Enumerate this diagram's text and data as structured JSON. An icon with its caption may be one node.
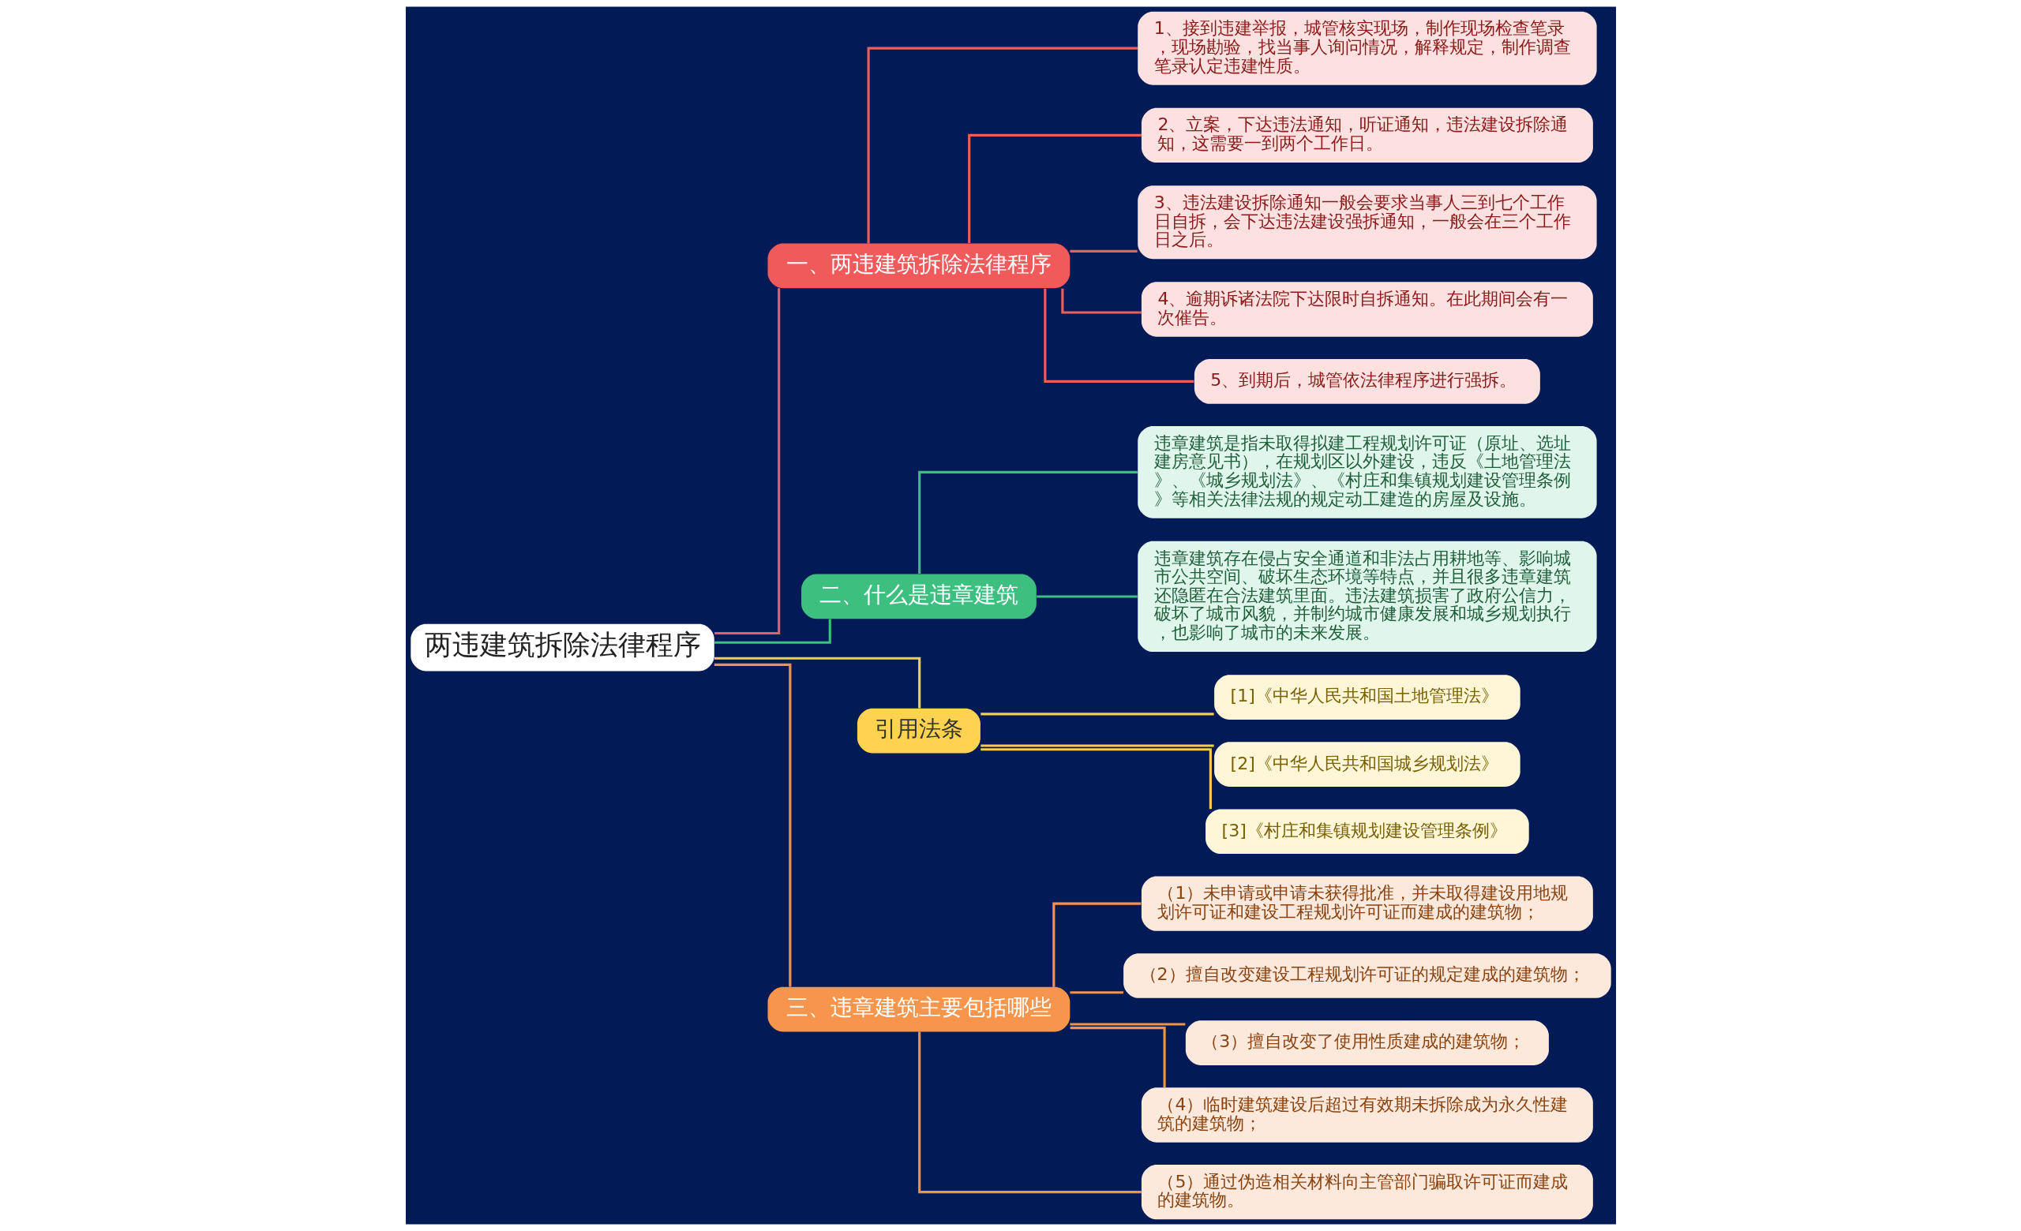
{
  "diagram": {
    "nodes": [
      {
        "text": [
          "两违建筑拆除法律程序"
        ]
      },
      {
        "text": [
          "一、两违建筑拆除法律程序"
        ]
      },
      {
        "text": [
          "1、接到违建举报，城管核实现场，制作现场检查笔录，现场勘验，找当事人询问情况，解释规定，制作调查笔录认定违建性质。"
        ]
      },
      {
        "text": [
          "2、立案，下达违法通知，听证通知，违法建设拆除通知，这需要一到两个工作日。"
        ]
      },
      {
        "text": [
          "3、违法建设拆除通知一般会要求当事人三到七个工作日自拆，会下达违法建设强拆通知，一般会在三个工作日之后。"
        ]
      },
      {
        "text": [
          "4、逾期诉诸法院下达限时自拆通知。在此期间会有一次催告。"
        ]
      },
      {
        "text": [
          "5、到期后，城管依法律程序进行强拆。"
        ]
      },
      {
        "text": [
          "二、什么是违章建筑"
        ]
      },
      {
        "text": [
          "违章建筑是指未取得拟建工程规划许可证（原址、选址建房意见书），在规划区以外建设，违反《土地管理法》、《城乡规划法》、《村庄和集镇规划建设管理条例》等相关法律法规的规定动工建造的房屋及设施。"
        ]
      },
      {
        "text": [
          "违章建筑存在侵占安全通道和非法占用耕地等、影响城市公共空间、破坏生态环境等特点，并且很多违章建筑还隐匿在合法建筑里面。违法建筑损害了政府公信力，破坏了城市风貌，并制约城市健康发展和城乡规划执行，也影响了城市的未来发展。"
        ]
      },
      {
        "text": [
          "引用法条"
        ]
      },
      {
        "text": [
          "[1]《中华人民共和国土地管理法》"
        ]
      },
      {
        "text": [
          "[2]《中华人民共和国城乡规划法》"
        ]
      },
      {
        "text": [
          "[3]《村庄和集镇规划建设管理条例》"
        ]
      },
      {
        "text": [
          "三、违章建筑主要包括哪些"
        ]
      },
      {
        "text": [
          "（1）未申请或申请未获得批准，并未取得建设用地规划许可证和建设工程规划许可证而建成的建筑物；"
        ]
      },
      {
        "text": [
          "（2）擅自改变建设工程规划许可证的规定建成的建筑物；"
        ]
      },
      {
        "text": [
          "（3）擅自改变了使用性质建成的建筑物；"
        ]
      },
      {
        "text": [
          "（4）临时建筑建设后超过有效期未拆除成为永久性建筑的建筑物；"
        ]
      },
      {
        "text": [
          "（5）通过伪造相关材料向主管部门骗取许可证而建成的建筑物。"
        ]
      }
    ],
    "edges": [
      {
        "from": 0,
        "to": 1,
        "arrow": "none",
        "color": "#e8605c"
      },
      {
        "from": 1,
        "to": 2,
        "arrow": "none",
        "color": "#e8605c"
      },
      {
        "from": 1,
        "to": 3,
        "arrow": "none",
        "color": "#e8605c"
      },
      {
        "from": 1,
        "to": 4,
        "arrow": "none",
        "color": "#e8605c"
      },
      {
        "from": 1,
        "to": 5,
        "arrow": "none",
        "color": "#e8605c"
      },
      {
        "from": 1,
        "to": 6,
        "arrow": "none",
        "color": "#e8605c"
      },
      {
        "from": 0,
        "to": 7,
        "arrow": "none",
        "color": "#3dbf80"
      },
      {
        "from": 7,
        "to": 8,
        "arrow": "none",
        "color": "#3dbf80"
      },
      {
        "from": 7,
        "to": 9,
        "arrow": "none",
        "color": "#3dbf80"
      },
      {
        "from": 0,
        "to": 10,
        "arrow": "none",
        "color": "#f5cf4a"
      },
      {
        "from": 10,
        "to": 11,
        "arrow": "none",
        "color": "#f5cf4a"
      },
      {
        "from": 10,
        "to": 12,
        "arrow": "none",
        "color": "#f5cf4a"
      },
      {
        "from": 10,
        "to": 13,
        "arrow": "none",
        "color": "#f5cf4a"
      },
      {
        "from": 0,
        "to": 14,
        "arrow": "none",
        "color": "#f4924a"
      },
      {
        "from": 14,
        "to": 15,
        "arrow": "none",
        "color": "#f4924a"
      },
      {
        "from": 14,
        "to": 16,
        "arrow": "none",
        "color": "#f4924a"
      },
      {
        "from": 14,
        "to": 17,
        "arrow": "none",
        "color": "#f4924a"
      },
      {
        "from": 14,
        "to": 18,
        "arrow": "none",
        "color": "#f4924a"
      },
      {
        "from": 14,
        "to": 19,
        "arrow": "none",
        "color": "#f4924a"
      }
    ]
  }
}
